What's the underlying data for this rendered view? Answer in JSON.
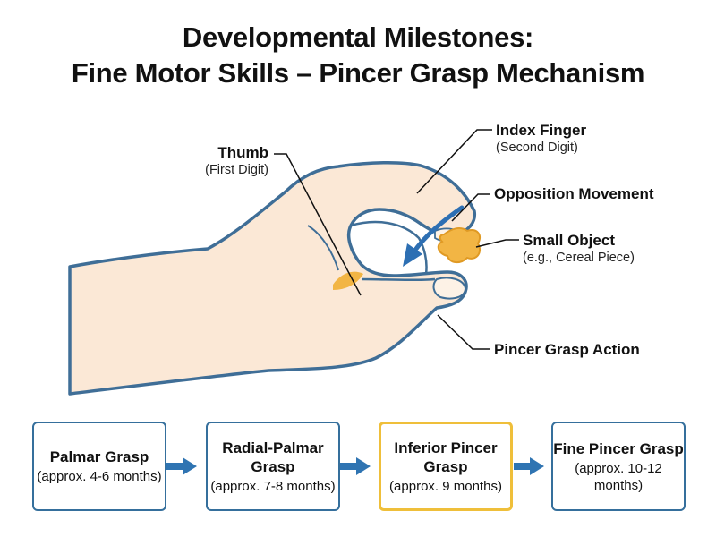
{
  "title": {
    "line1": "Developmental Milestones:",
    "line2": "Fine Motor Skills – Pincer Grasp Mechanism"
  },
  "labels": {
    "thumb": {
      "main": "Thumb",
      "sub": "(First Digit)"
    },
    "index": {
      "main": "Index Finger",
      "sub": "(Second Digit)"
    },
    "opposition": {
      "main": "Opposition Movement"
    },
    "object": {
      "main": "Small Object",
      "sub": "(e.g., Cereal Piece)"
    },
    "action": {
      "main": "Pincer Grasp Action"
    }
  },
  "stages": [
    {
      "name": "Palmar Grasp",
      "age": "(approx. 4-6 months)",
      "highlighted": false
    },
    {
      "name": "Radial-Palmar Grasp",
      "age": "(approx. 7-8 months)",
      "highlighted": false
    },
    {
      "name": "Inferior Pincer Grasp",
      "age": "(approx. 9 months)",
      "highlighted": true
    },
    {
      "name": "Fine Pincer Grasp",
      "age": "(approx. 10-12 months)",
      "highlighted": false
    }
  ],
  "colors": {
    "skin": "#fbe8d6",
    "outline": "#3f6e97",
    "arrow": "#2d6fb3",
    "object": "#f2b544",
    "highlight": "#efbf3a"
  }
}
